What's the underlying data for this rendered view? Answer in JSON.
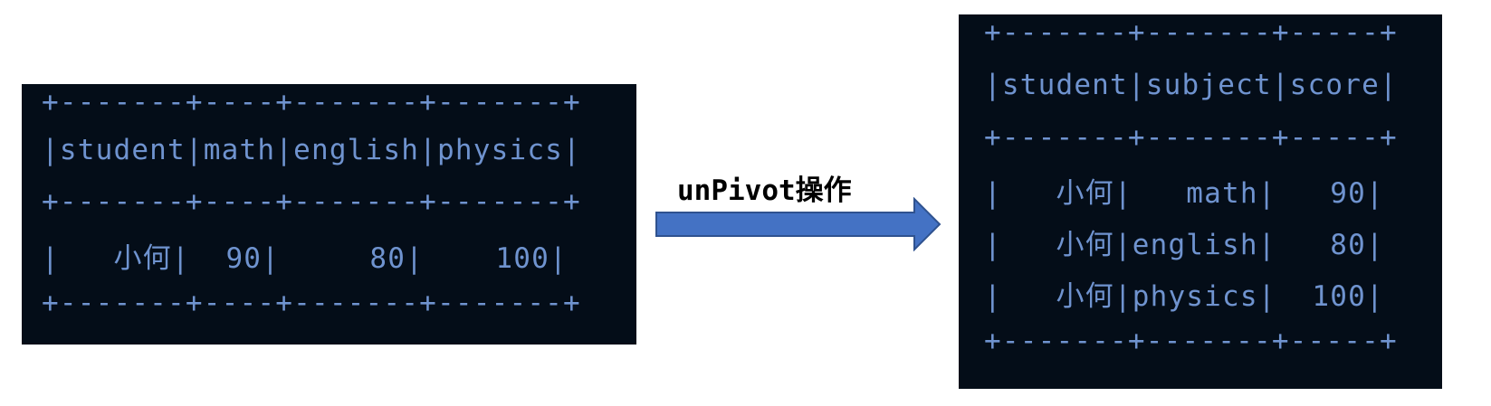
{
  "left_table": {
    "lines": [
      "+-------+----+-------+-------+",
      "|student|math|english|physics|",
      "+-------+----+-------+-------+",
      "|   小何|  90|     80|    100|",
      "+-------+----+-------+-------+"
    ]
  },
  "operation_label": "unPivot操作",
  "right_table": {
    "lines": [
      "+-------+-------+-----+",
      "|student|subject|score|",
      "+-------+-------+-----+",
      "|   小何|   math|   90|",
      "|   小何|english|   80|",
      "|   小何|physics|  100|",
      "+-------+-------+-----+"
    ]
  },
  "colors": {
    "terminal_bg": "#040d18",
    "terminal_text": "#6f93cf",
    "arrow_fill": "#4472c4",
    "arrow_stroke": "#2f528f"
  }
}
